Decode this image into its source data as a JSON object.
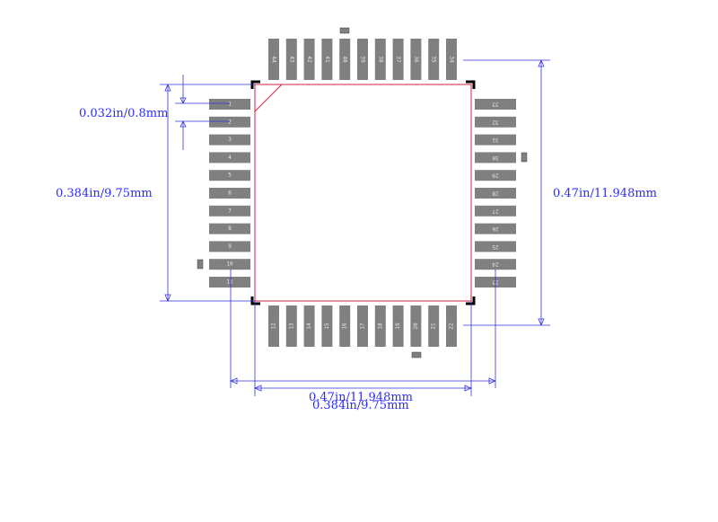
{
  "colors": {
    "pad": "#808080",
    "pad_text": "#e8e8e8",
    "body_outline": "#cc2244",
    "dimension": "#3333dd",
    "corner_mark": "#000000",
    "marker_fill": "#808080"
  },
  "pins": {
    "left": [
      "1",
      "2",
      "3",
      "4",
      "5",
      "6",
      "7",
      "8",
      "9",
      "10",
      "11"
    ],
    "bottom": [
      "12",
      "13",
      "14",
      "15",
      "16",
      "17",
      "18",
      "19",
      "20",
      "21",
      "22"
    ],
    "right": [
      "23",
      "24",
      "25",
      "26",
      "27",
      "28",
      "29",
      "30",
      "31",
      "32",
      "33"
    ],
    "top": [
      "34",
      "35",
      "36",
      "37",
      "38",
      "39",
      "40",
      "41",
      "42",
      "43",
      "44"
    ]
  },
  "dimensions": {
    "pitch": "0.032in/0.8mm",
    "body_height": "0.384in/9.75mm",
    "total_height": "0.47in/11.948mm",
    "total_width": "0.47in/11.948mm",
    "body_width": "0.384in/9.75mm"
  }
}
